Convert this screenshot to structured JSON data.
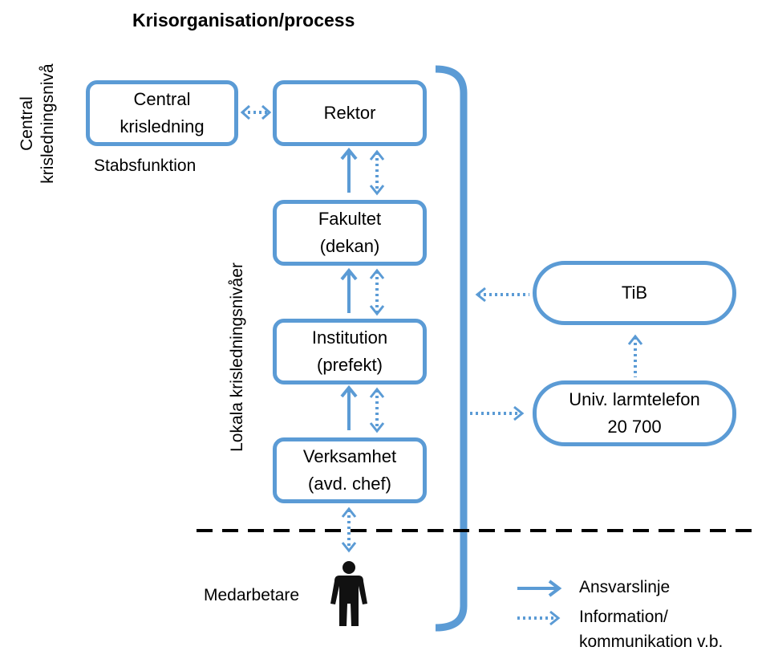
{
  "title": "Krisorganisation/process",
  "levels": {
    "central_line1": "Central",
    "central_line2": "krisledningsnivå",
    "local": "Lokala krisledningsnivåer"
  },
  "boxes": {
    "central": {
      "line1": "Central",
      "line2": "krisledning"
    },
    "rektor": {
      "line1": "Rektor"
    },
    "fakultet": {
      "line1": "Fakultet",
      "line2": "(dekan)"
    },
    "institution": {
      "line1": "Institution",
      "line2": "(prefekt)"
    },
    "verksamhet": {
      "line1": "Verksamhet",
      "line2": "(avd. chef)"
    },
    "tib": {
      "line1": "TiB"
    },
    "larm": {
      "line1": "Univ. larmtelefon",
      "line2": "20 700"
    }
  },
  "stabsfunktion": "Stabsfunktion",
  "medarbetare": "Medarbetare",
  "legend": {
    "solid_label": "Ansvarslinje",
    "dotted_label_line1": "Information/",
    "dotted_label_line2": "kommunikation v.b."
  },
  "colors": {
    "accent": "#5b9bd5",
    "person": "#111111"
  },
  "icons": {
    "person": "person-icon"
  }
}
